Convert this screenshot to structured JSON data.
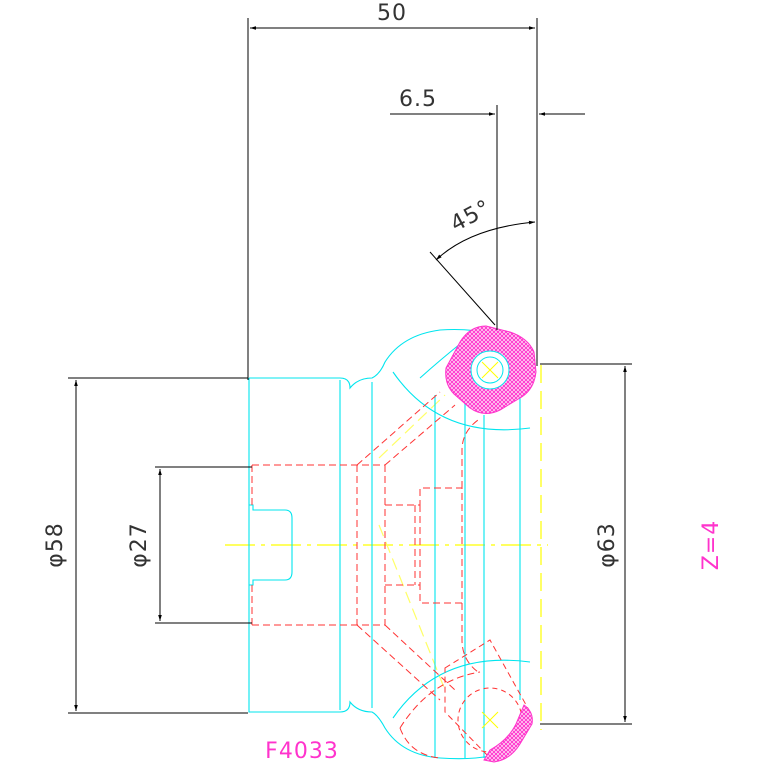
{
  "drawing": {
    "part_number": "F4033",
    "tooth_count": "Z=4"
  },
  "dimensions": {
    "overall_length": "50",
    "offset": "6.5",
    "chamfer_angle": "45°",
    "outer_diameter": "φ58",
    "bore_diameter": "φ27",
    "cutter_diameter": "φ63"
  },
  "colors": {
    "background": "#ffffff",
    "dimension_lines": "#000000",
    "outline": "#00e5ee",
    "hidden_lines": "#ff3333",
    "center_lines": "#ffff00",
    "hatch_insert": "#ff33cc",
    "annotation_text": "#ff33cc"
  }
}
